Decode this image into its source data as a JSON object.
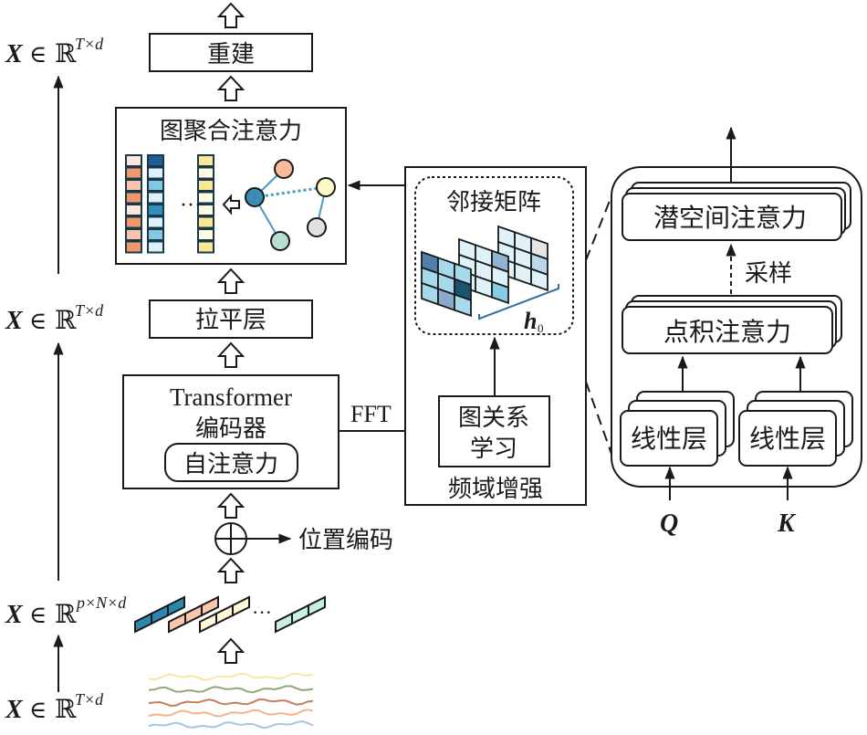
{
  "labels": {
    "reconstruct": "重建",
    "graph_agg_attention": "图聚合注意力",
    "flatten_layer": "拉平层",
    "transformer_line1": "Transformer",
    "transformer_line2": "编码器",
    "self_attention": "自注意力",
    "position_encoding": "位置编码",
    "fft": "FFT",
    "adjacency_matrix": "邻接矩阵",
    "h0_base": "h",
    "h0_sub": "0",
    "graph_relation_line1": "图关系",
    "graph_relation_line2": "学习",
    "freq_enhance": "频域增强",
    "latent_attention": "潜空间注意力",
    "sampling": "采样",
    "dot_attention": "点积注意力",
    "linear_layer_q": "线性层",
    "linear_layer_k": "线性层",
    "q_input": "Q",
    "k_input": "K",
    "ellipsis": "…"
  },
  "math_labels": [
    {
      "var": "X",
      "in": "∈",
      "set": "ℝ",
      "sup": "T×d"
    },
    {
      "var": "X",
      "in": "∈",
      "set": "ℝ",
      "sup": "T×d"
    },
    {
      "var": "X",
      "in": "∈",
      "set": "ℝ",
      "sup": "p×N×d"
    },
    {
      "var": "X",
      "in": "∈",
      "set": "ℝ",
      "sup": "T×d"
    }
  ],
  "colors": {
    "orange_dark": "#f0976b",
    "orange_light": "#f9c4ac",
    "orange_pale": "#fde7dc",
    "blue_dark": "#1f5f93",
    "blue_mid": "#3090b8",
    "blue_light": "#83c7e0",
    "blue_pale": "#dcf1f9",
    "yellow": "#fbe894",
    "yellow_pale": "#fffbe0",
    "teal_pale": "#c1ecd9",
    "node_orange": "#f8b99d",
    "node_blue": "#3a8db5",
    "node_yellow": "#fdfac7",
    "node_gray": "#dfe1e2",
    "node_teal": "#b6dfd2",
    "edge": "#4a9bc0"
  },
  "feature_columns": [
    [
      "orange_pale",
      "orange_dark",
      "orange_light",
      "orange_dark",
      "orange_pale",
      "orange_dark",
      "orange_light",
      "orange_dark"
    ],
    [
      "blue_dark",
      "blue_pale",
      "blue_light",
      "blue_pale",
      "blue_mid",
      "blue_pale",
      "blue_light",
      "blue_pale"
    ],
    [
      "yellow",
      "yellow_pale",
      "yellow",
      "yellow_pale",
      "yellow_pale",
      "yellow",
      "yellow_pale",
      "yellow"
    ]
  ],
  "patches": [
    {
      "color": "#2b87b0"
    },
    {
      "color": "#f8c7ad"
    },
    {
      "color": "#fff8d8"
    },
    {
      "color": "#c7f0df"
    }
  ],
  "adjacency_layers": [
    [
      "#dff2fa",
      "#dff2fa",
      "#e6e6e6",
      "#dff2fa",
      "#dff2fa",
      "#bcd7e8",
      "#dff2fa",
      "#dff2fa",
      "#dff2fa"
    ],
    [
      "#dff2fa",
      "#dff2fa",
      "#8fb4d2",
      "#dff2fa",
      "#dff2fa",
      "#dff2fa",
      "#dff2fa",
      "#dff2fa",
      "#87cbe4"
    ],
    [
      "#4f80ab",
      "#a6d9ea",
      "#a6d9ea",
      "#a6d9ea",
      "#a6d9ea",
      "#1a5470",
      "#a6d9ea",
      "#8ca9c9",
      "#a6d9ea"
    ]
  ],
  "time_series": [
    {
      "color": "#f6e7a6"
    },
    {
      "color": "#8fa878"
    },
    {
      "color": "#c0805e"
    },
    {
      "color": "#f3b488"
    },
    {
      "color": "#a4c5e5"
    }
  ]
}
